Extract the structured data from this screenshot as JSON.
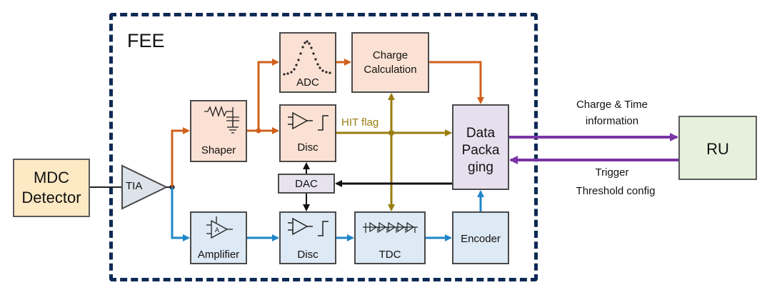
{
  "fee": {
    "title": "FEE"
  },
  "blocks": {
    "mdc_detector": {
      "line1": "MDC",
      "line2": "Detector"
    },
    "tia": {
      "label": "TIA"
    },
    "shaper": {
      "label": "Shaper"
    },
    "amplifier": {
      "label": "Amplifier",
      "symbol_letter": "A"
    },
    "adc": {
      "label": "ADC"
    },
    "disc_top": {
      "label": "Disc"
    },
    "dac": {
      "label": "DAC"
    },
    "disc_bottom": {
      "label": "Disc"
    },
    "charge_calculation": {
      "line1": "Charge",
      "line2": "Calculation"
    },
    "tdc": {
      "label": "TDC"
    },
    "encoder": {
      "label": "Encoder"
    },
    "data_packaging": {
      "line1": "Data",
      "line2": "Packa",
      "line3": "ging"
    },
    "ru": {
      "label": "RU"
    }
  },
  "signals": {
    "hit_flag": "HIT flag",
    "charge_time_line1": "Charge & Time",
    "charge_time_line2": "information",
    "trigger": "Trigger",
    "threshold": "Threshold config"
  },
  "colors": {
    "analog_orange": "#d1601c",
    "timing_blue": "#1f86c8",
    "hit_gold": "#9a7d0f",
    "link_purple": "#7a35a6",
    "control_black": "#111111",
    "fee_border": "#0d2a55",
    "detector_fill": "#fde9c3",
    "orange_block_fill": "#fbe1d3",
    "blue_block_fill": "#dde9f5",
    "dac_fill": "#e6e3ef",
    "packaging_fill": "#e6e0ee",
    "ru_fill": "#e6f0dc"
  }
}
